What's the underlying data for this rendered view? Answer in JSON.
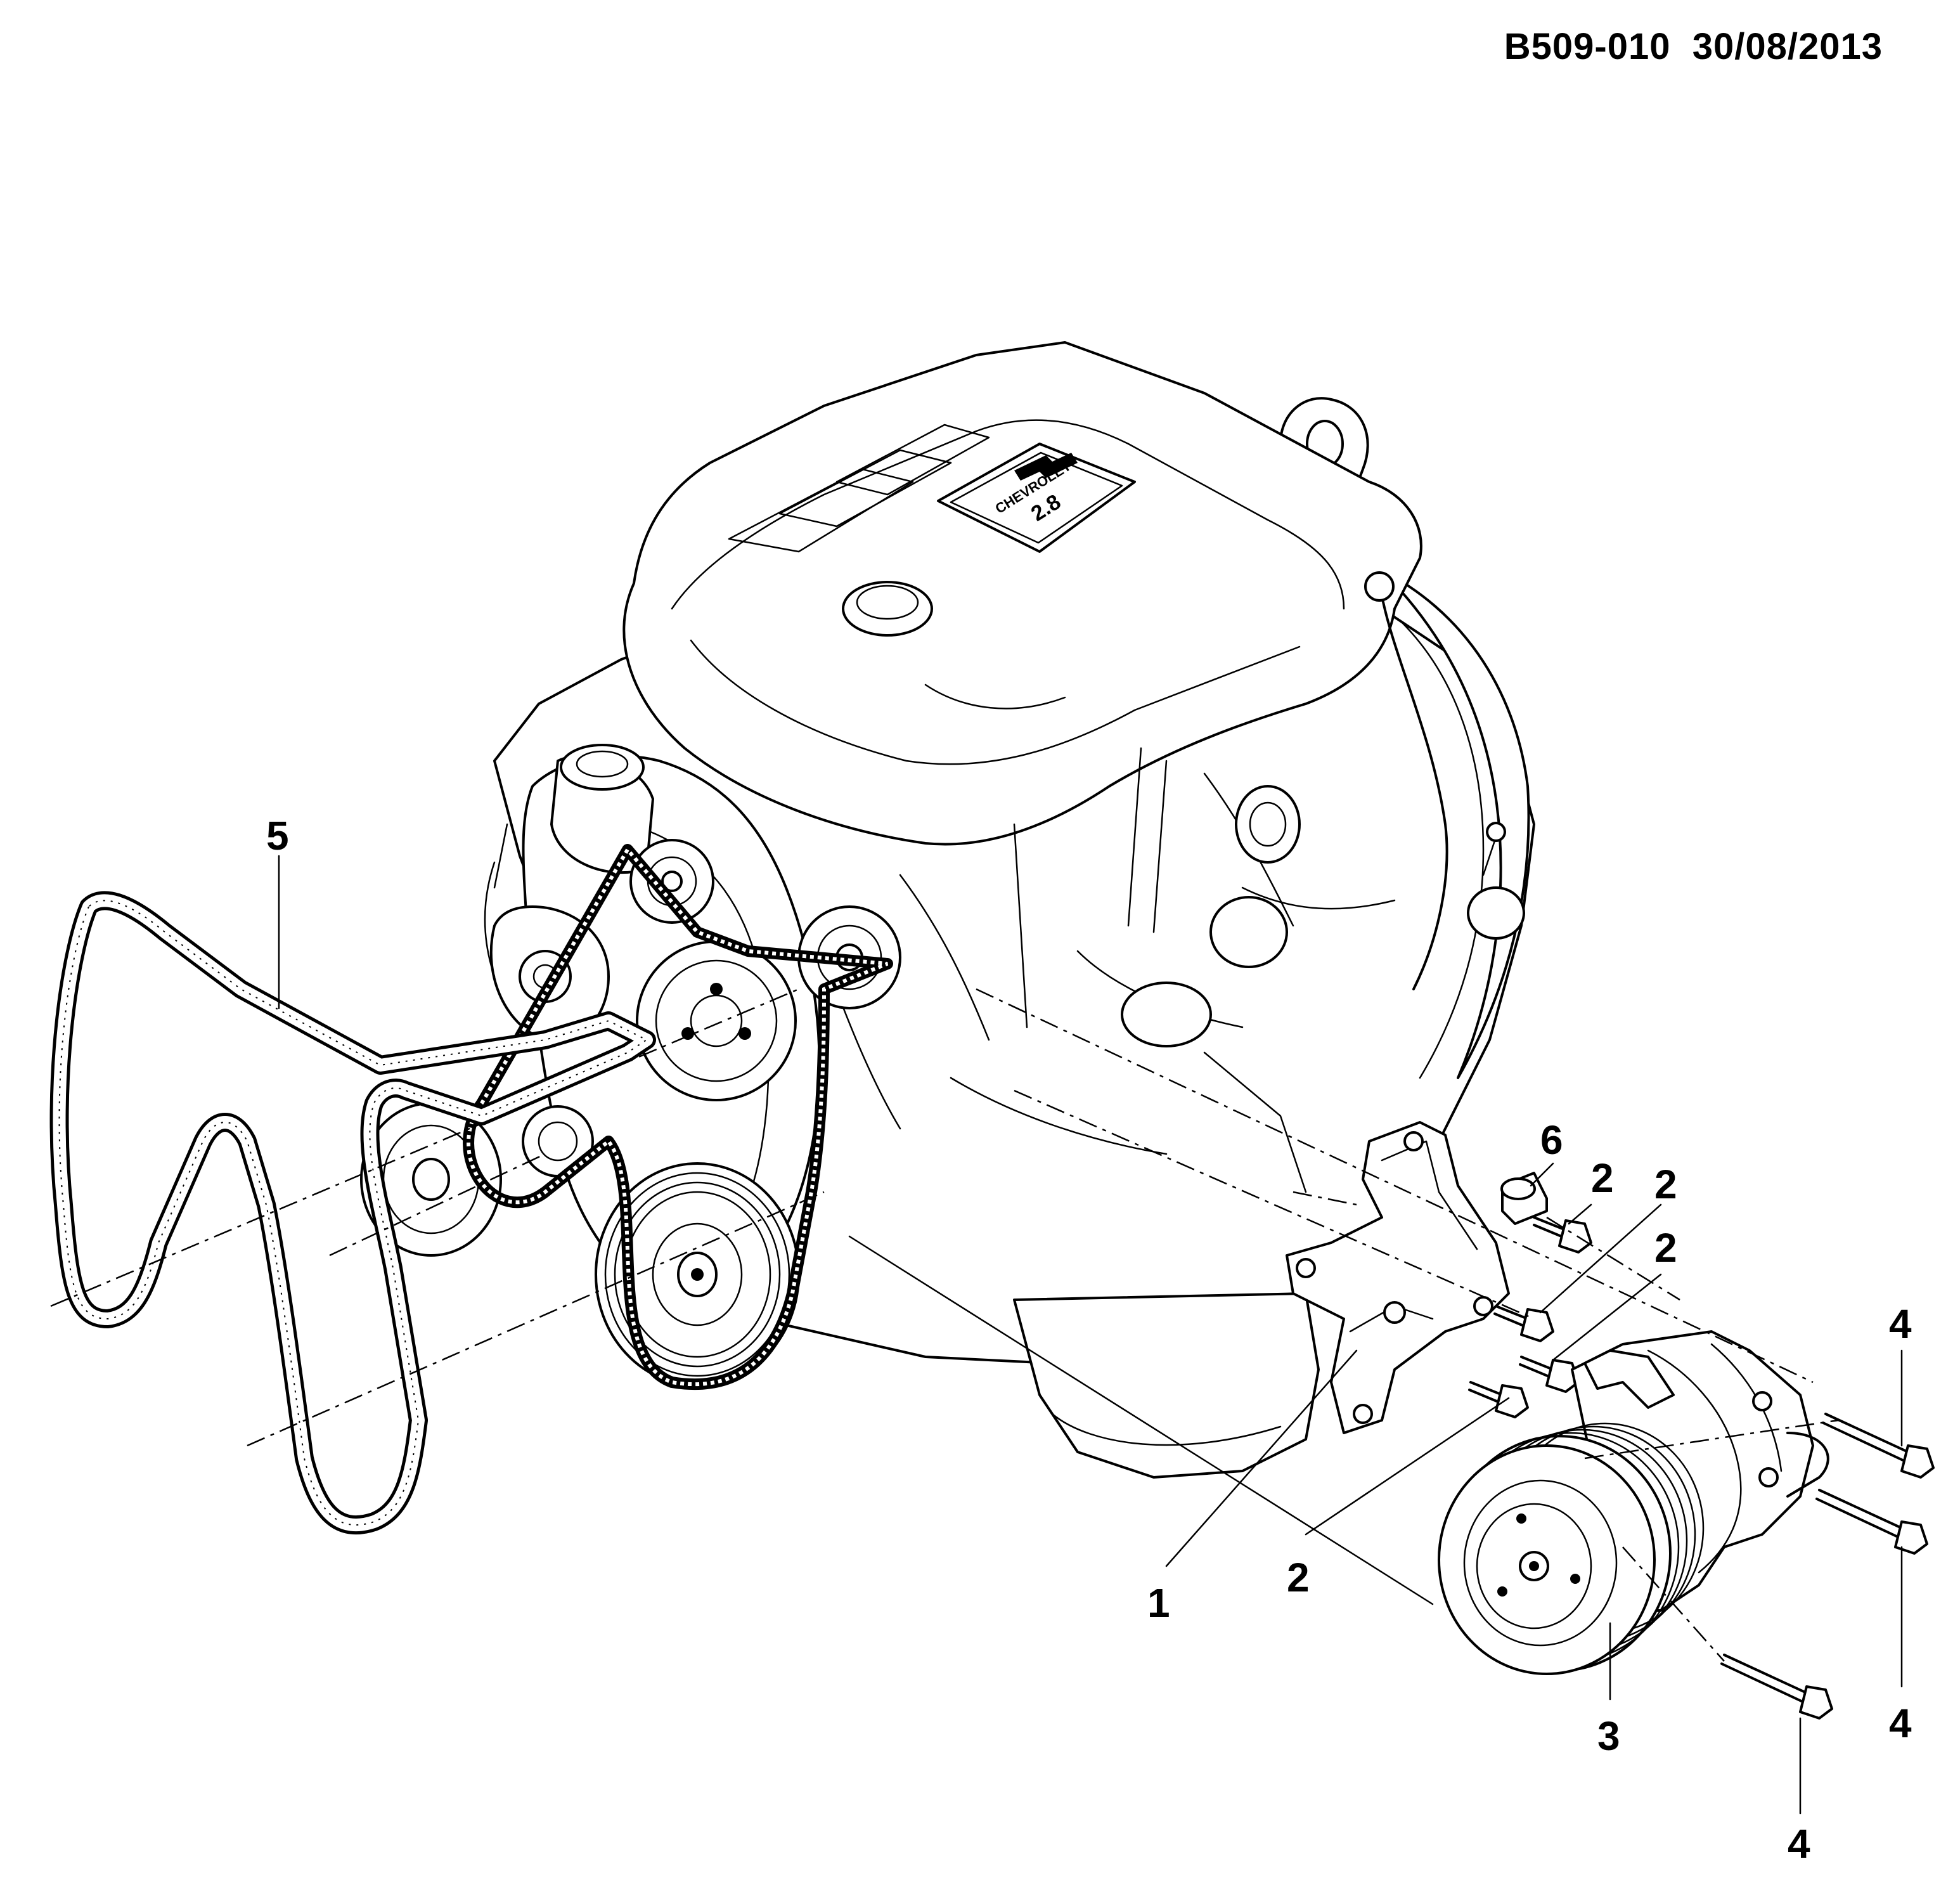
{
  "header": {
    "drawing_code": "B509-010",
    "date": "30/08/2013"
  },
  "engine_cover": {
    "badge_line_1": "CHEVROLET",
    "badge_line_2": "2.8"
  },
  "callouts": {
    "c1": "1",
    "c2a": "2",
    "c2b": "2",
    "c2c": "2",
    "c2d": "2",
    "c3": "3",
    "c4a": "4",
    "c4b": "4",
    "c4c": "4",
    "c5": "5",
    "c6": "6"
  }
}
